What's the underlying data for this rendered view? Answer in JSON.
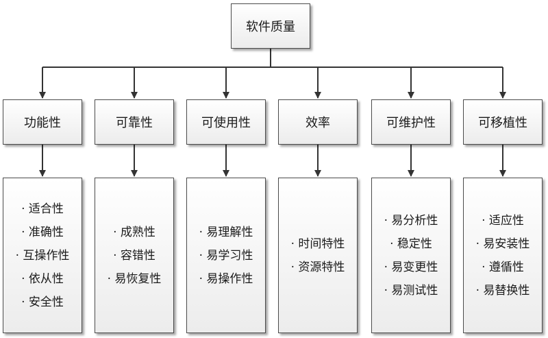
{
  "root": {
    "label": "软件质量"
  },
  "categories": [
    {
      "label": "功能性",
      "items": [
        "适合性",
        "准确性",
        "互操作性",
        "依从性",
        "安全性"
      ]
    },
    {
      "label": "可靠性",
      "items": [
        "成熟性",
        "容错性",
        "易恢复性"
      ]
    },
    {
      "label": "可使用性",
      "items": [
        "易理解性",
        "易学习性",
        "易操作性"
      ]
    },
    {
      "label": "效率",
      "items": [
        "时间特性",
        "资源特性"
      ]
    },
    {
      "label": "可维护性",
      "items": [
        "易分析性",
        "稳定性",
        "易变更性",
        "易测试性"
      ]
    },
    {
      "label": "可移植性",
      "items": [
        "适应性",
        "易安装性",
        "遵循性",
        "易替换性"
      ]
    }
  ],
  "colors": {
    "line": "#333333",
    "box_border": "#4a4a4a"
  }
}
